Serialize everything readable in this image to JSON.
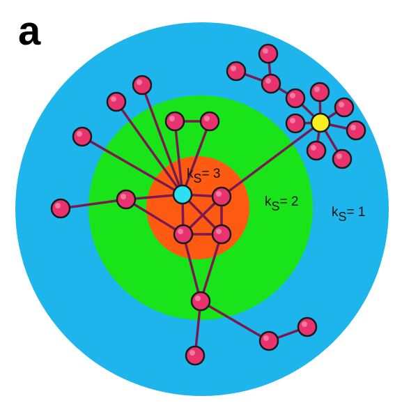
{
  "figure": {
    "panel_letter": "a"
  },
  "shells": [
    {
      "k": "1",
      "color": "#1eb4ec"
    },
    {
      "k": "2",
      "color": "#19e41a"
    },
    {
      "k": "3",
      "color": "#ff5a12"
    }
  ],
  "labels": {
    "prefix": "k",
    "subscript": "S",
    "equals": "= "
  },
  "colors": {
    "node_fill": "#e8336f",
    "node_stroke": "#1a1a1a",
    "edge": "#7a1850",
    "special_cyan": "#2de0f0",
    "special_yellow": "#f8ee20"
  }
}
